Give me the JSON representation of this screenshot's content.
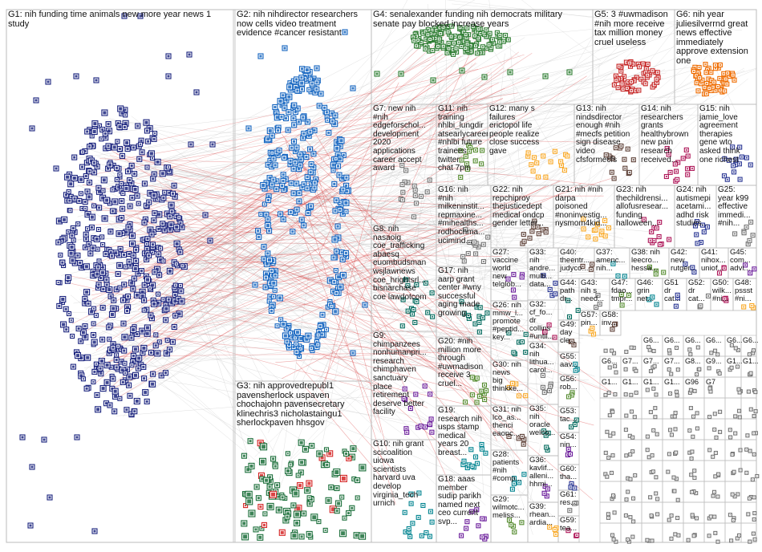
{
  "diagram": {
    "type": "network-graph",
    "colors": {
      "background": "#ffffff",
      "box_border": "#bbbbbb",
      "edge_gray": "#b8b8b8",
      "edge_red": "#d52424",
      "g1_nodes": "#1a237e",
      "g2_nodes": "#1565c0",
      "g3_nodes": "#1b6e3a",
      "g4_nodes": "#2e7d32",
      "g5_nodes": "#c62828",
      "g6_nodes": "#ef6c00",
      "misc_nodes": "#757575"
    },
    "groups": [
      {
        "id": "G1",
        "label": "G1: nih funding time animals new more year news 1\nstudy"
      },
      {
        "id": "G2",
        "label": "G2: nih nihdirector researchers\nnow cells video treatment\nevidence #cancer resistant"
      },
      {
        "id": "G3",
        "label": "G3: nih approvedrepubl1\npavensherlock uspaven\nchochajohn pavensecretary\nklinechris3 nicholastaingu1\nsherlockpaven hhsgov"
      },
      {
        "id": "G4",
        "label": "G4: senalexander funding nih democrats military\nsenate pay blocked increase years"
      },
      {
        "id": "G5",
        "label": "G5: 3 #uwmadison\n#nih more receive\ntax million money\ncruel useless"
      },
      {
        "id": "G6",
        "label": "G6: nih year\njuliesilverrnd great\nnews effective\nimmediately\napprove extension\none"
      },
      {
        "id": "G7",
        "label": "G7: new nih\n#nih\nedgeforschol...\ndevelopment\n2020\napplications\ncareer accept\naward"
      },
      {
        "id": "G8",
        "label": "G8: nih\nnasaoig\ncoe_trafficking\nabaesq\neuombudsman\nwsjlawnews\ncoe_hrightsrl...\nbisnarchase\ncoe lawdotcom"
      },
      {
        "id": "G9",
        "label": "G9:\nchimpanzees\nnonhumanpri...\nresearch\nchimphaven\nsanctuary\nplace\nretirement\ndeserve better\nfacility"
      },
      {
        "id": "G10",
        "label": "G10: nih grant\nscicoalition\nuiowa\nscientists\nharvard uva\ndevelop\nvirginia_tech\nurnich"
      },
      {
        "id": "G11",
        "label": "G11: nih training\nnhlbi_lungdir\natsearlycareer\n#nhlbi future\ntrainees twitter\nchat 7pm"
      },
      {
        "id": "G12",
        "label": "G12: many s\nfailures\nerictopol life\npeople realize\nclose success\ngave"
      },
      {
        "id": "G13",
        "label": "G13: nih\nnindsdirector\nenough #nih\n#mecfs petition\nsign disease\nvideo\ncfsformecfs"
      },
      {
        "id": "G14",
        "label": "G14: nih\nresearchers\ngrants\nhealthybrown\nnew pain\nresearch\nreceived..."
      },
      {
        "id": "G15",
        "label": "G15: nih\njamie_love\nagreement\ntherapies\ngene wto\nasked think\none richest"
      },
      {
        "id": "G16",
        "label": "G16: nih\n#nih\nmilkeninstit...\nrepmaxine...\n#mihealths...\nrodhochma...\nucimind..."
      },
      {
        "id": "G17",
        "label": "G17: nih\naarp grant\ncenter #wny\nsuccessful\naging made\ngrowing..."
      },
      {
        "id": "G18",
        "label": "G18: aaas\nmember\nsudip parikh\nnamed next\nceo current\nsvp..."
      },
      {
        "id": "G19",
        "label": "G19:\nresearch nih\nusps stamp\nmedical\nyears 20\nbreast..."
      },
      {
        "id": "G20",
        "label": "G20: #nih\nmillion more\nthrough\n#uwmadison\nreceive 3\ncruel..."
      },
      {
        "id": "G21",
        "label": "G21: nih #nih\ndarpa\npoisoned\n#noninvestig...\nnysmom4kid..."
      },
      {
        "id": "G22",
        "label": "G22: nih\nrepchiproy\nthejusticedept\nmedical ondcp\ngender letter..."
      },
      {
        "id": "G23",
        "label": "G23: nih\nthechildrensi...\nallofusresear...\nfunding\nhalloween..."
      },
      {
        "id": "G24",
        "label": "G24: nih\nautismepi\nacetami...\nadhd risk\nstudies..."
      },
      {
        "id": "G25",
        "label": "G25:\nyear k99\neffective\nimmedi...\n#nih..."
      },
      {
        "id": "G26",
        "label": "G26: nih\nmmw_l...\npromote\n#peptid...\nkey..."
      },
      {
        "id": "G27",
        "label": "G27:\nvaccine\nworld\nnew\ntelglob..."
      },
      {
        "id": "G28",
        "label": "G28:\npatients\n#nih\n#comp..."
      },
      {
        "id": "G29",
        "label": "G29:\nwilmotc...\nmeliss..."
      },
      {
        "id": "G30",
        "label": "G30: nih\nnews\nbig\nthinkke..."
      },
      {
        "id": "G31",
        "label": "G31: nih\nlco_as...\nthenci\neaonc..."
      },
      {
        "id": "G32",
        "label": "G32:\ncf_fo...\ndr\ncollins\n#until..."
      },
      {
        "id": "G33",
        "label": "G33: nih\nandre...\nmulti...\ndata..."
      },
      {
        "id": "G34",
        "label": "G34:\nnih\nlithua...\ncarol..."
      },
      {
        "id": "G35",
        "label": "G35:\nnih\noracle\nwelco..."
      },
      {
        "id": "G36",
        "label": "G36:\nkavlif...\nalleni...\nhhmi..."
      },
      {
        "id": "G37",
        "label": "G37:\namenc...\nnih..."
      },
      {
        "id": "G38",
        "label": "G38: nih\nleecro...\nhessa..."
      },
      {
        "id": "G39",
        "label": "G39:\nrhean...\nardia..."
      },
      {
        "id": "G40",
        "label": "G40:\ntheentr...\njudyco..."
      },
      {
        "id": "G41",
        "label": "G41:\nnihox...\nuniof..."
      },
      {
        "id": "G42",
        "label": "G42:\nnew\nrutger..."
      },
      {
        "id": "G43",
        "label": "G43:\nnih s\nneed..."
      },
      {
        "id": "G44",
        "label": "G44:\npath\ndr..."
      },
      {
        "id": "G45",
        "label": "G45:\ncom...\nadvi..."
      },
      {
        "id": "G46",
        "label": "G46:\ngrin\nnet..."
      },
      {
        "id": "G47",
        "label": "G47:\nfdao...\ntmpr..."
      },
      {
        "id": "G48",
        "label": "G48:\npssst\n#ni..."
      },
      {
        "id": "G49",
        "label": "G49:\nday\ncle..."
      },
      {
        "id": "G50",
        "label": "G50:\nwilk...\n#ni..."
      },
      {
        "id": "G51",
        "label": "G51\ndr\ncat..."
      },
      {
        "id": "G52",
        "label": "G52:\ndr\ncat..."
      },
      {
        "id": "G53",
        "label": "G53:\ntac..."
      },
      {
        "id": "G54",
        "label": "G54:\nnin..."
      },
      {
        "id": "G55",
        "label": "G55:\naav..."
      },
      {
        "id": "G56",
        "label": "G56:\nrob..."
      },
      {
        "id": "G57",
        "label": "G57:\npin..."
      },
      {
        "id": "G58",
        "label": "G58:\ninv..."
      },
      {
        "id": "G59",
        "label": "G59:\ntea..."
      },
      {
        "id": "G60",
        "label": "G60:\ntha..."
      },
      {
        "id": "G61",
        "label": "G61:\nres..."
      }
    ],
    "small_group_labels": [
      "G6...",
      "G6...",
      "G6...",
      "G6...",
      "G6...",
      "G6...",
      "G6...",
      "G7...",
      "G7...",
      "G7...",
      "G8...",
      "G9...",
      "G1...",
      "G1...",
      "G1...",
      "G1...",
      "G1...",
      "G1...",
      "G96",
      "G7"
    ]
  }
}
